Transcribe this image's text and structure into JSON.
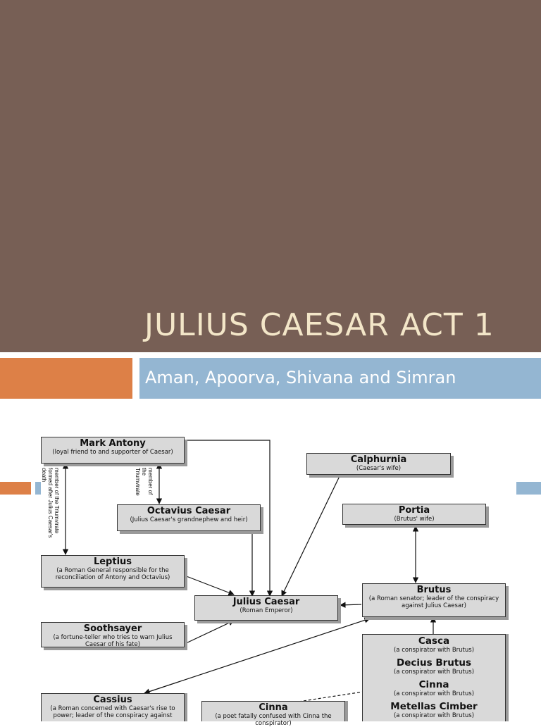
{
  "slide": {
    "title": "JULIUS CAESAR ACT 1",
    "subtitle": "Aman, Apoorva, Shivana and Simran"
  },
  "colors": {
    "hero_background": "#775f55",
    "title_text": "#f3e6c8",
    "accent_orange": "#dd8047",
    "accent_blue": "#94b6d2",
    "node_fill": "#d9d9d9"
  },
  "diagram": {
    "nodes": {
      "mark_antony": {
        "name": "Mark Antony",
        "desc": "(loyal friend to and supporter of Caesar)"
      },
      "calphurnia": {
        "name": "Calphurnia",
        "desc": "(Caesar's wife)"
      },
      "octavius": {
        "name": "Octavius Caesar",
        "desc": "(Julius Caesar's grandnephew and heir)"
      },
      "portia": {
        "name": "Portia",
        "desc": "(Brutus' wife)"
      },
      "leptius": {
        "name": "Leptius",
        "desc": "(a Roman General responsible for the reconciliation of Antony and Octavius)"
      },
      "julius_caesar": {
        "name": "Julius Caesar",
        "desc": "(Roman Emperor)"
      },
      "brutus": {
        "name": "Brutus",
        "desc": "(a Roman senator; leader of the conspiracy against Julius Caesar)"
      },
      "soothsayer": {
        "name": "Soothsayer",
        "desc": "(a fortune-teller who tries to warn Julius Caesar of his fate)"
      },
      "cassius": {
        "name": "Cassius",
        "desc": "(a Roman concerned with Caesar's rise to power; leader of the conspiracy against"
      },
      "cinna_poet": {
        "name": "Cinna",
        "desc": "(a poet fatally confused with Cinna the conspirator)"
      }
    },
    "conspirators": [
      {
        "name": "Casca",
        "desc": "(a conspirator with Brutus)"
      },
      {
        "name": "Decius Brutus",
        "desc": "(a conspirator with Brutus)"
      },
      {
        "name": "Cinna",
        "desc": "(a conspirator with Brutus)"
      },
      {
        "name": "Metellas Cimber",
        "desc": "(a conspirator with Brutus)"
      }
    ],
    "labels": {
      "triumvirate_after": "member of the Triumvirate formed after Julius Caesar's death",
      "triumvirate_member": "member of the Triumvirate"
    }
  }
}
